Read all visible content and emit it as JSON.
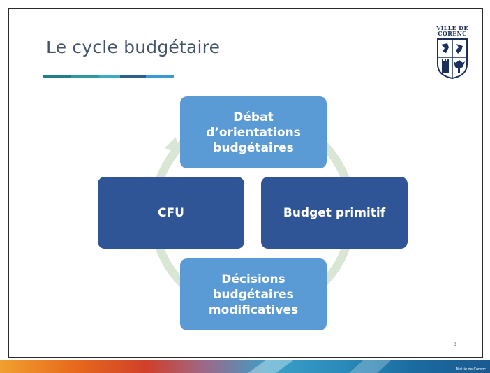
{
  "slide": {
    "title": "Le cycle budgétaire",
    "page_number": "3"
  },
  "logo": {
    "line1": "VILLE DE",
    "line2": "CORENC"
  },
  "cycle": {
    "top": [
      "Débat",
      "d’orientations",
      "budgétaires"
    ],
    "right": "Budget primitif",
    "bottom": [
      "Décisions",
      "budgétaires",
      "modificatives"
    ],
    "left": "CFU"
  },
  "colors": {
    "title": "#44546a",
    "box_light": "#5b9bd5",
    "box_dark": "#2f5597",
    "cycle_arrow": "#d9e6d3"
  },
  "footer": {
    "label": "Mairie de Corenc"
  }
}
